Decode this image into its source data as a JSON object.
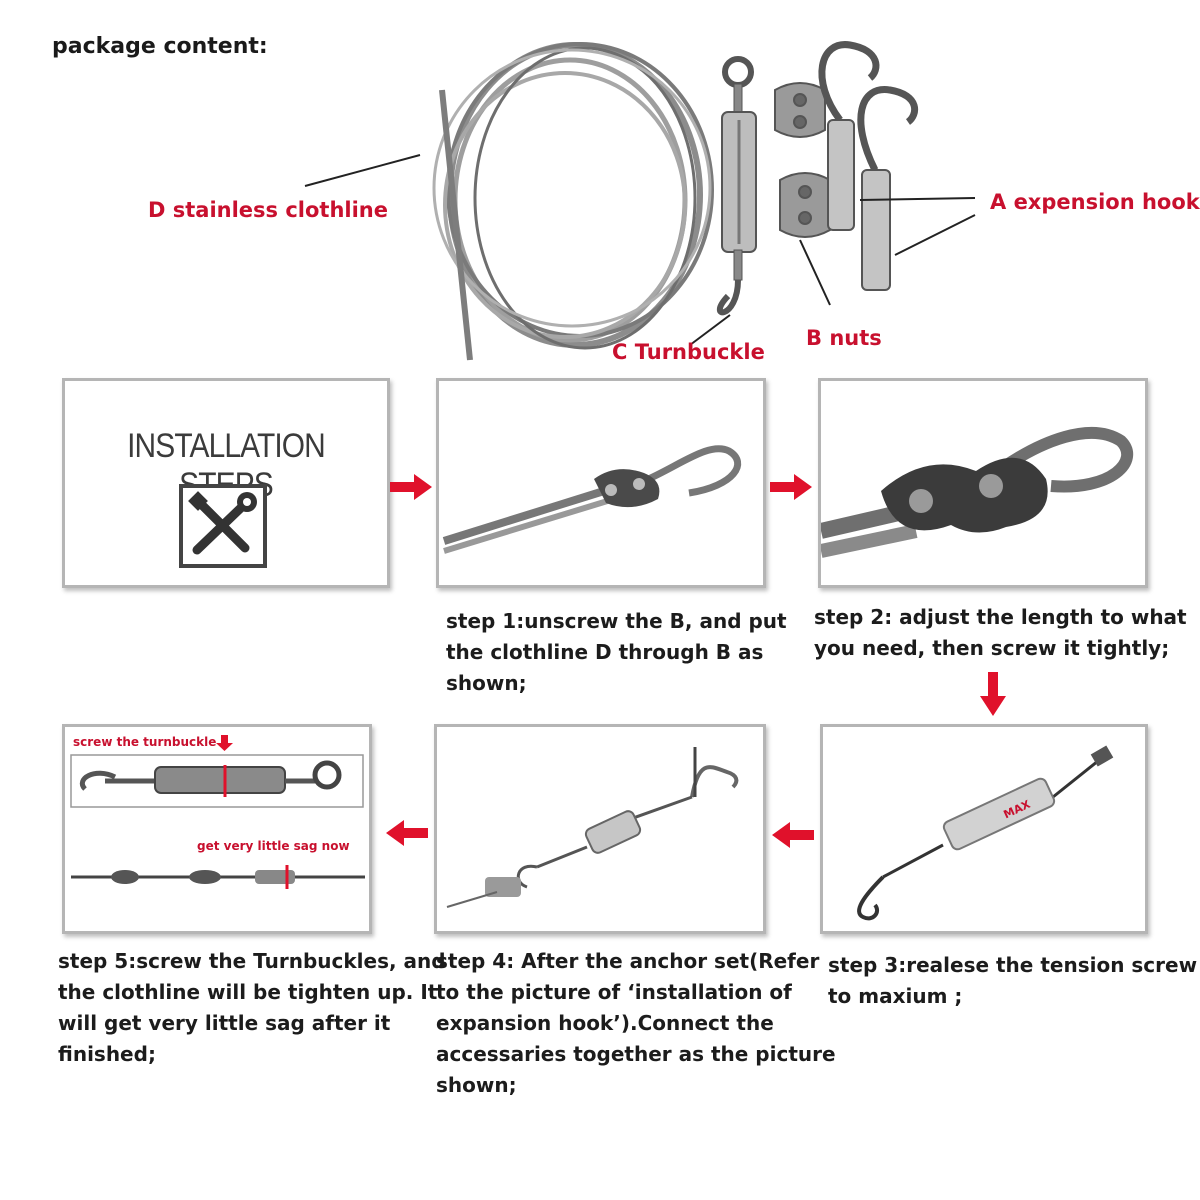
{
  "header": {
    "title": "package content:"
  },
  "package_labels": {
    "d": "D stainless clothline",
    "a": "A   expension hook",
    "c": "C  Turnbuckle",
    "b": "B nuts"
  },
  "install_panel": {
    "title": "INSTALLATION STEPS",
    "icon": "wrench-screwdriver-icon"
  },
  "steps": {
    "step1": "step 1:unscrew the B, and put\nthe clothline D through B as\nshown;",
    "step2": "step 2: adjust the length to what\nyou need, then screw it tightly;",
    "step3": "step 3:realese the tension screw\nto maxium ;",
    "step4": "step 4: After the anchor set(Refer\n to the picture of ‘installation of\nexpansion hook’).Connect the\naccessaries  together as the picture\n shown;",
    "step5": "step 5:screw the Turnbuckles, and\nthe clothline will be tighten up. It\nwill get very little sag after it\nfinished;"
  },
  "step5_image": {
    "note_top": "screw the turnbuckle",
    "note_mid": "get very little sag now"
  },
  "step3_image": {
    "marking": "MAX"
  },
  "colors": {
    "accent_red": "#c8102e",
    "arrow_red": "#e0112b",
    "steel": "#8a8a8a",
    "panel_border": "#b5b5b5"
  }
}
